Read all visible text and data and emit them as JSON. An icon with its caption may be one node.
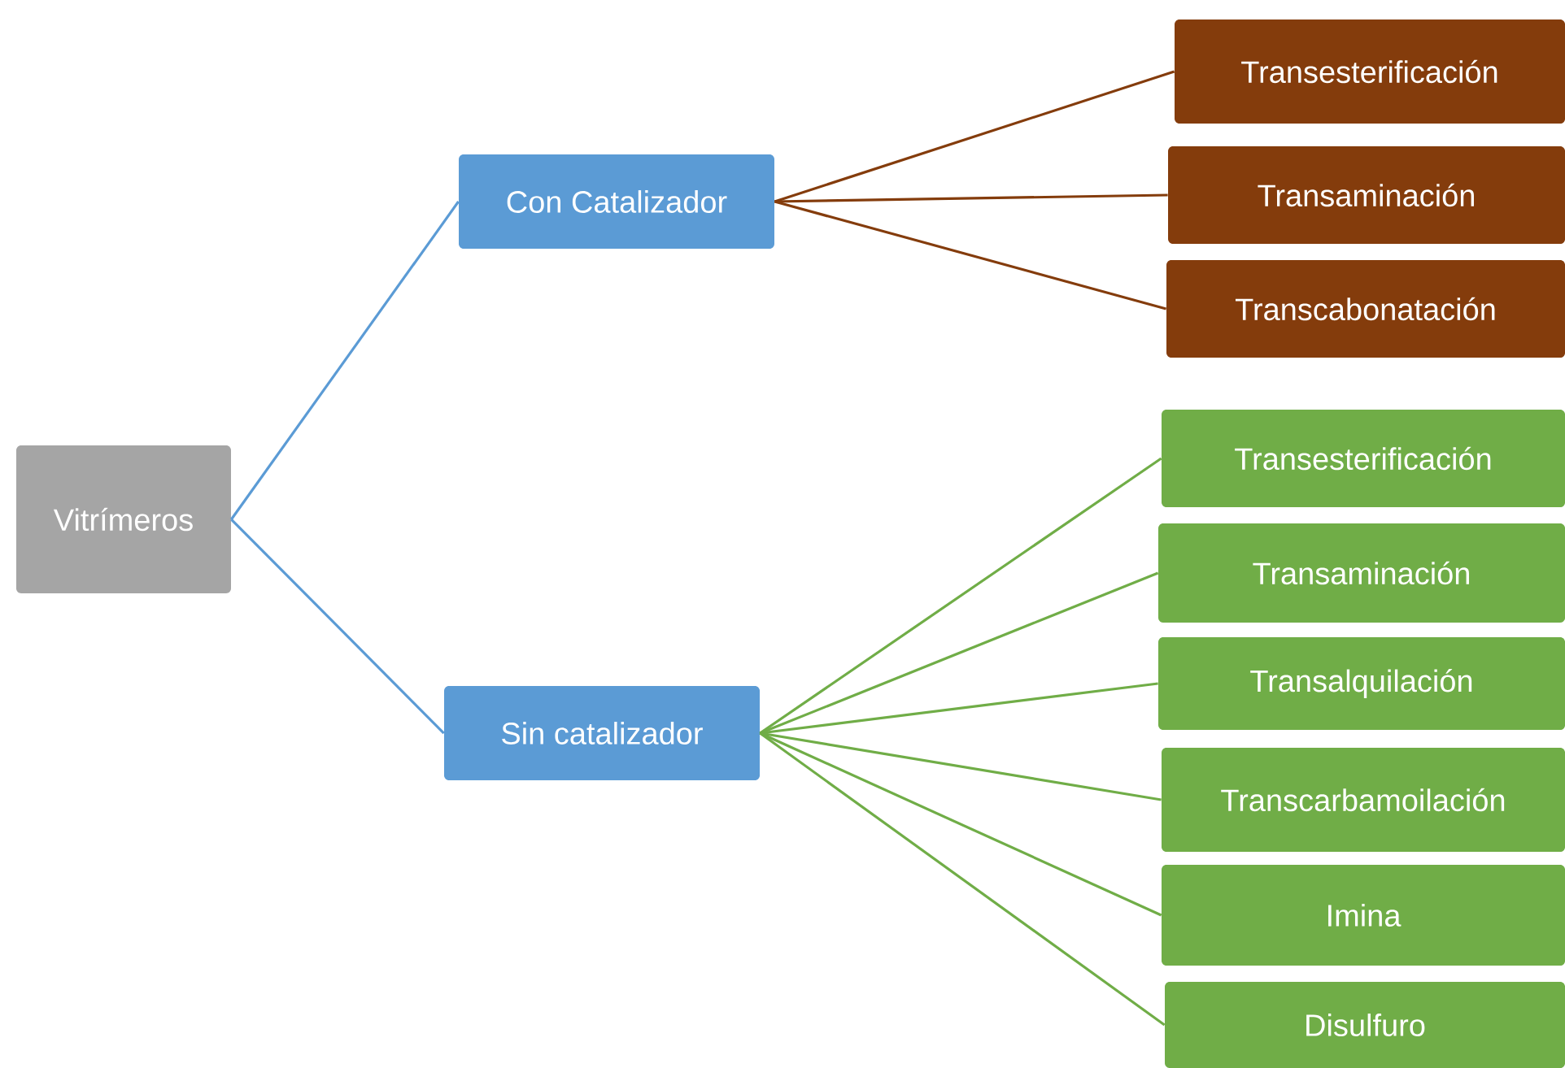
{
  "diagram": {
    "nodes": [
      {
        "text": [
          "Vitrímeros"
        ]
      },
      {
        "text": [
          "Con Catalizador"
        ]
      },
      {
        "text": [
          "Sin catalizador"
        ]
      },
      {
        "text": [
          "Transesterificación"
        ]
      },
      {
        "text": [
          "Transaminación"
        ]
      },
      {
        "text": [
          "Transcabonatación"
        ]
      },
      {
        "text": [
          "Transesterificación"
        ]
      },
      {
        "text": [
          "Transaminación"
        ]
      },
      {
        "text": [
          "Transalquilación"
        ]
      },
      {
        "text": [
          "Transcarbamoilación"
        ]
      },
      {
        "text": [
          "Imina"
        ]
      },
      {
        "text": [
          "Disulfuro"
        ]
      }
    ],
    "edges": [
      {
        "from": 0,
        "to": 1,
        "arrow": "none",
        "color": "#5b9bd5"
      },
      {
        "from": 0,
        "to": 2,
        "arrow": "none",
        "color": "#5b9bd5"
      },
      {
        "from": 1,
        "to": 3,
        "arrow": "none",
        "color": "#843c0c"
      },
      {
        "from": 1,
        "to": 4,
        "arrow": "none",
        "color": "#843c0c"
      },
      {
        "from": 1,
        "to": 5,
        "arrow": "none",
        "color": "#843c0c"
      },
      {
        "from": 2,
        "to": 6,
        "arrow": "none"
      },
      {
        "from": 2,
        "to": 7,
        "arrow": "none"
      },
      {
        "from": 2,
        "to": 8,
        "arrow": "none"
      },
      {
        "from": 2,
        "to": 9,
        "arrow": "none"
      },
      {
        "from": 2,
        "to": 10,
        "arrow": "none"
      },
      {
        "from": 2,
        "to": 11,
        "arrow": "none"
      }
    ]
  }
}
